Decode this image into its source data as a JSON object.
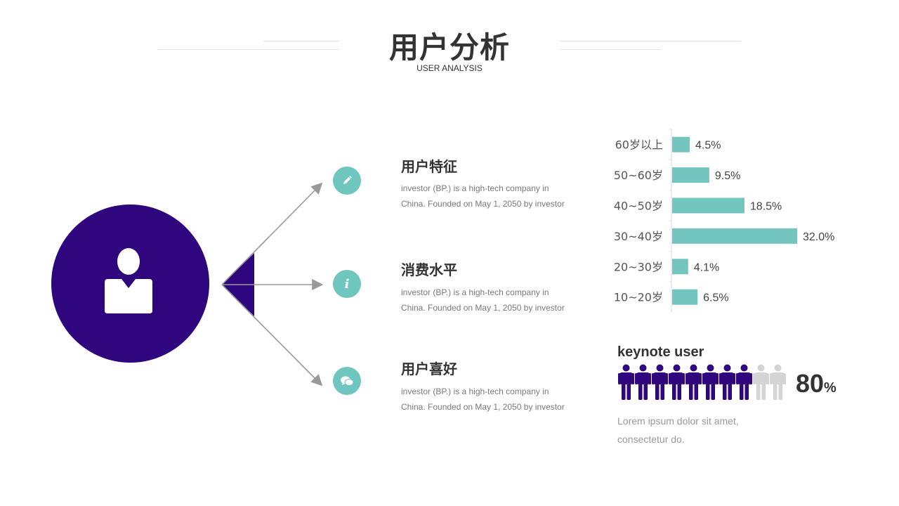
{
  "header": {
    "title": "用户分析",
    "subtitle": "USER ANALYSIS"
  },
  "sections": [
    {
      "title": "用户特征",
      "desc_line1": "investor (BP.) is a high-tech company in",
      "desc_line2": "China. Founded on May  1, 2050 by investor",
      "icon": "pencil-icon"
    },
    {
      "title": "消费水平",
      "desc_line1": "investor (BP.) is a high-tech company in",
      "desc_line2": "China. Founded on May  1, 2050 by investor",
      "icon": "info-icon"
    },
    {
      "title": "用户喜好",
      "desc_line1": "investor (BP.) is a high-tech company in",
      "desc_line2": "China. Founded on May  1, 2050 by investor",
      "icon": "chat-icon"
    }
  ],
  "chart_data": {
    "type": "bar",
    "orientation": "horizontal",
    "categories": [
      "60岁以上",
      "50~60岁",
      "40~50岁",
      "30~40岁",
      "20~30岁",
      "10~20岁"
    ],
    "values": [
      4.5,
      9.5,
      18.5,
      32.0,
      4.1,
      6.5
    ],
    "value_labels": [
      "4.5%",
      "9.5%",
      "18.5%",
      "32.0%",
      "4.1%",
      "6.5%"
    ],
    "xlim": [
      0,
      32
    ],
    "grid": false,
    "bar_color": "#72c6bf"
  },
  "keynote": {
    "title": "keynote user",
    "percent_value": "80",
    "percent_sign": "%",
    "fraction": 0.8,
    "people_total": 10,
    "desc_line1": "Lorem ipsum dolor sit amet,",
    "desc_line2": "consectetur do."
  },
  "colors": {
    "primary": "#30067f",
    "accent": "#72c6bf",
    "inactive": "#d4d4d4"
  }
}
